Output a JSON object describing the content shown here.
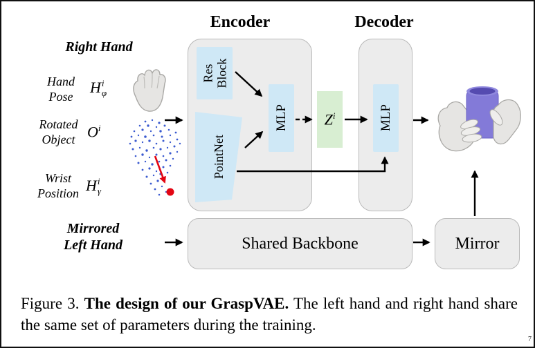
{
  "figure": {
    "headers": {
      "encoder": "Encoder",
      "decoder": "Decoder"
    },
    "inputs": {
      "right_hand_label": "Right Hand",
      "hand_pose_label": "Hand\nPose",
      "hand_pose_math": {
        "base": "H",
        "sup": "i",
        "sub": "φ"
      },
      "rotated_object_label": "Rotated\nObject",
      "rotated_object_math": {
        "base": "O",
        "sup": "i"
      },
      "wrist_position_label": "Wrist\nPosition",
      "wrist_position_math": {
        "base": "H",
        "sup": "i",
        "sub": "γ"
      },
      "mirrored_left_hand_label": "Mirrored\nLeft Hand"
    },
    "encoder_blocks": {
      "res_block": "Res\nBlock",
      "pointnet": "PointNet",
      "mlp": "MLP"
    },
    "latent": {
      "base": "Z",
      "sup": "i"
    },
    "decoder_blocks": {
      "mlp": "MLP"
    },
    "bottom_row": {
      "shared_backbone": "Shared Backbone",
      "mirror": "Mirror"
    }
  },
  "caption": {
    "figure_label": "Figure 3.",
    "bold_text": "The design of our GraspVAE.",
    "rest_text": "The left hand and right hand share the same set of parameters during the training."
  },
  "artifact": "7",
  "colors": {
    "block_blue": "#cfe8f6",
    "latent_green": "#d8eed2",
    "container_gray": "#ececec",
    "container_border": "#b9b9b9",
    "point_blue": "#3b5bd0",
    "accent_red": "#e30613",
    "cup_purple": "#837ad8",
    "hand_gray": "#e6e5e3"
  }
}
